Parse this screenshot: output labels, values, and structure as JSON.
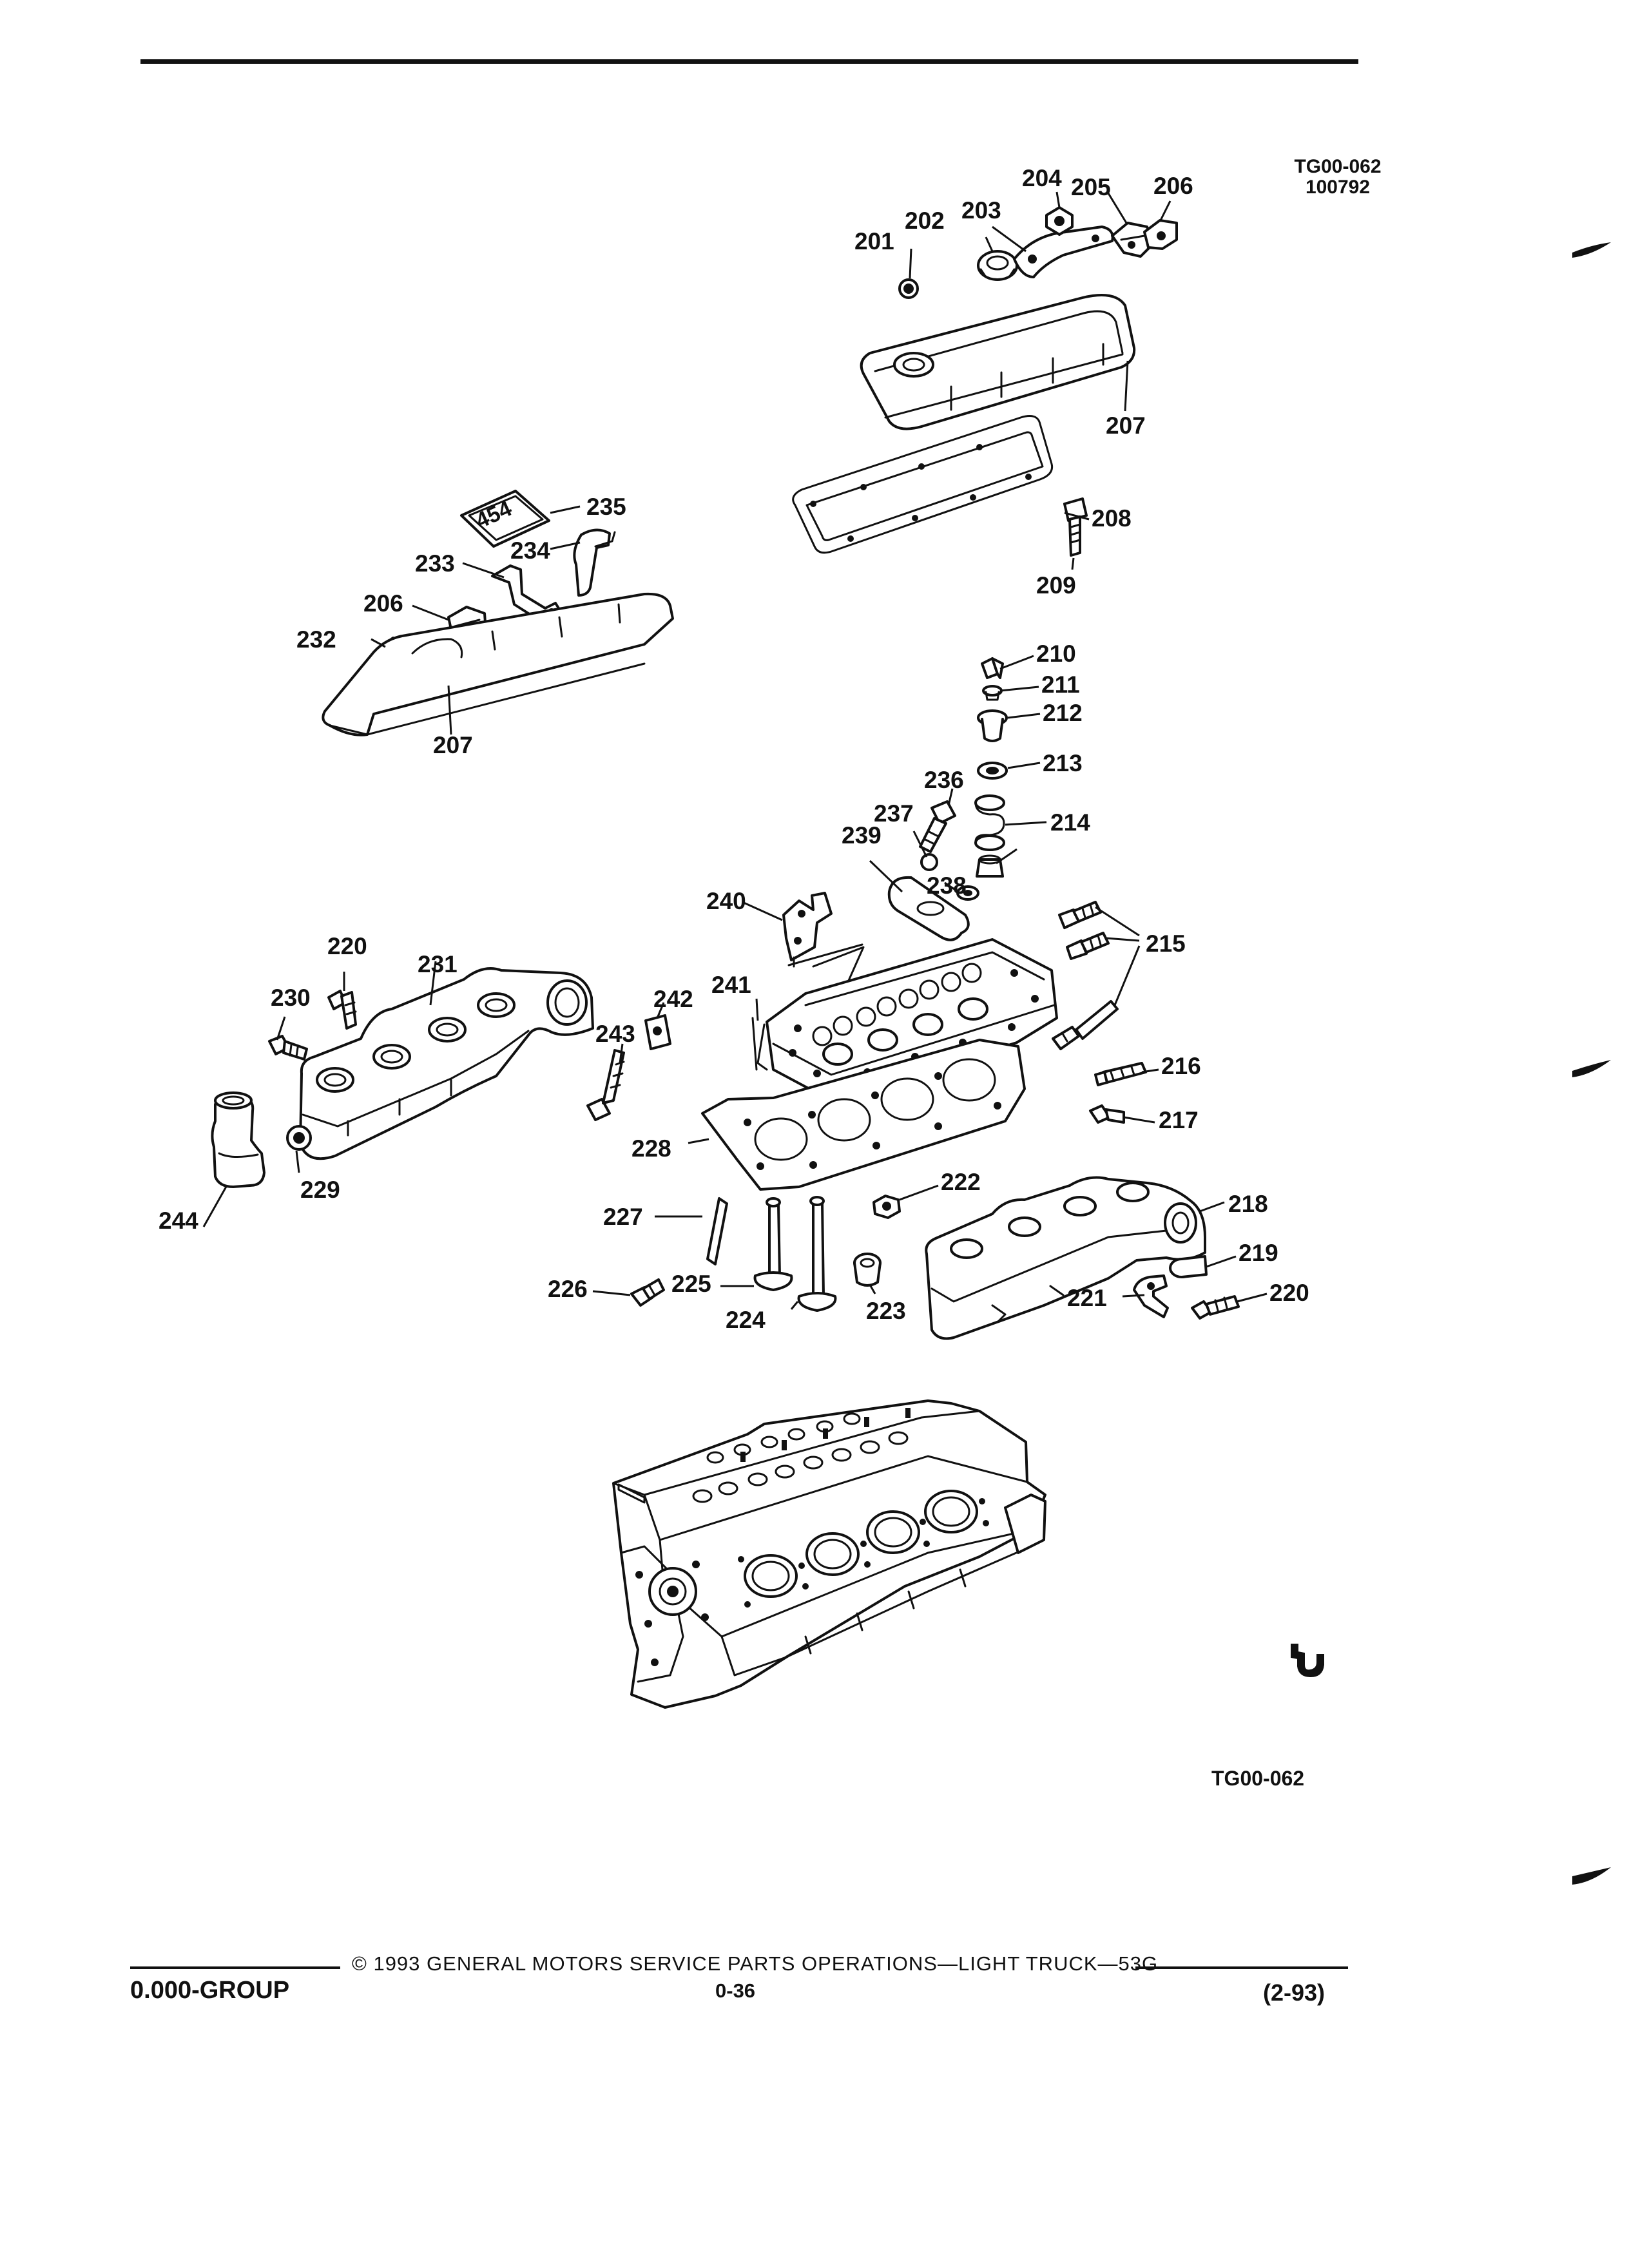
{
  "header": {
    "figure_code": "TG00-062",
    "figure_date": "100792"
  },
  "figure_label": "TG00-062",
  "callouts": [
    {
      "id": "c201",
      "text": "201"
    },
    {
      "id": "c202",
      "text": "202"
    },
    {
      "id": "c203",
      "text": "203"
    },
    {
      "id": "c204",
      "text": "204"
    },
    {
      "id": "c205",
      "text": "205"
    },
    {
      "id": "c206a",
      "text": "206"
    },
    {
      "id": "c207a",
      "text": "207"
    },
    {
      "id": "c208",
      "text": "208"
    },
    {
      "id": "c209",
      "text": "209"
    },
    {
      "id": "c210",
      "text": "210"
    },
    {
      "id": "c211",
      "text": "211"
    },
    {
      "id": "c212",
      "text": "212"
    },
    {
      "id": "c213",
      "text": "213"
    },
    {
      "id": "c214",
      "text": "214"
    },
    {
      "id": "c215",
      "text": "215"
    },
    {
      "id": "c216",
      "text": "216"
    },
    {
      "id": "c217",
      "text": "217"
    },
    {
      "id": "c218",
      "text": "218"
    },
    {
      "id": "c219",
      "text": "219"
    },
    {
      "id": "c220a",
      "text": "220"
    },
    {
      "id": "c221",
      "text": "221"
    },
    {
      "id": "c222",
      "text": "222"
    },
    {
      "id": "c223",
      "text": "223"
    },
    {
      "id": "c224",
      "text": "224"
    },
    {
      "id": "c225",
      "text": "225"
    },
    {
      "id": "c226",
      "text": "226"
    },
    {
      "id": "c227",
      "text": "227"
    },
    {
      "id": "c228",
      "text": "228"
    },
    {
      "id": "c229",
      "text": "229"
    },
    {
      "id": "c220b",
      "text": "220"
    },
    {
      "id": "c230",
      "text": "230"
    },
    {
      "id": "c231",
      "text": "231"
    },
    {
      "id": "c232",
      "text": "232"
    },
    {
      "id": "c233",
      "text": "233"
    },
    {
      "id": "c234",
      "text": "234"
    },
    {
      "id": "c235",
      "text": "235"
    },
    {
      "id": "c206b",
      "text": "206"
    },
    {
      "id": "c207b",
      "text": "207"
    },
    {
      "id": "c236",
      "text": "236"
    },
    {
      "id": "c237",
      "text": "237"
    },
    {
      "id": "c238",
      "text": "238"
    },
    {
      "id": "c239",
      "text": "239"
    },
    {
      "id": "c240",
      "text": "240"
    },
    {
      "id": "c241",
      "text": "241"
    },
    {
      "id": "c242",
      "text": "242"
    },
    {
      "id": "c243",
      "text": "243"
    },
    {
      "id": "c244",
      "text": "244"
    }
  ],
  "emblem_text": "454",
  "footer": {
    "copyright": "© 1993 GENERAL MOTORS SERVICE PARTS OPERATIONS—LIGHT TRUCK—53G",
    "group": "0.000-GROUP",
    "page_number": "0-36",
    "date": "(2-93)"
  }
}
